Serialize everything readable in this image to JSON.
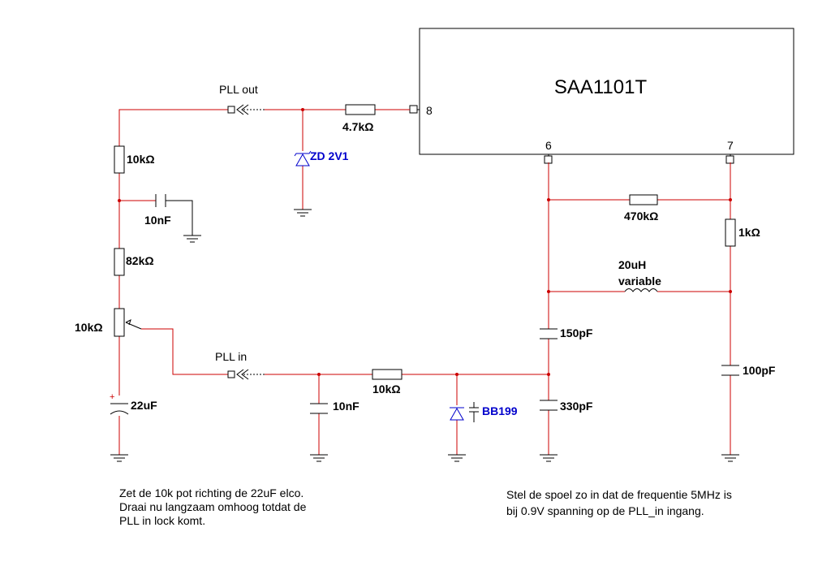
{
  "ic": {
    "name": "SAA1101T",
    "pin8": "8",
    "pin6": "6",
    "pin7": "7"
  },
  "labels": {
    "pll_out": "PLL out",
    "pll_in": "PLL in",
    "r_4k7": "4.7kΩ",
    "zd": "ZD 2V1",
    "r_10k_top": "10kΩ",
    "c_10nf_left": "10nF",
    "r_82k": "82kΩ",
    "pot_10k": "10kΩ",
    "c_22uf": "22uF",
    "c_10nf_mid": "10nF",
    "r_10k_mid": "10kΩ",
    "bb199": "BB199",
    "c_150pf": "150pF",
    "c_330pf": "330pF",
    "r_470k": "470kΩ",
    "r_1k": "1kΩ",
    "coil_1": "20uH",
    "coil_2": "variable",
    "c_100pf": "100pF",
    "polarity": "+"
  },
  "notes": {
    "left": [
      "Zet de 10k pot richting de 22uF elco.",
      "Draai nu langzaam omhoog totdat de",
      "PLL in lock komt."
    ],
    "right": [
      "Stel de spoel zo in dat de frequentie 5MHz is",
      "bij 0.9V spanning op de PLL_in ingang."
    ]
  },
  "colors": {
    "wire": "#cc0000",
    "component": "#000000",
    "diode": "#0000cc",
    "background": "#ffffff"
  }
}
